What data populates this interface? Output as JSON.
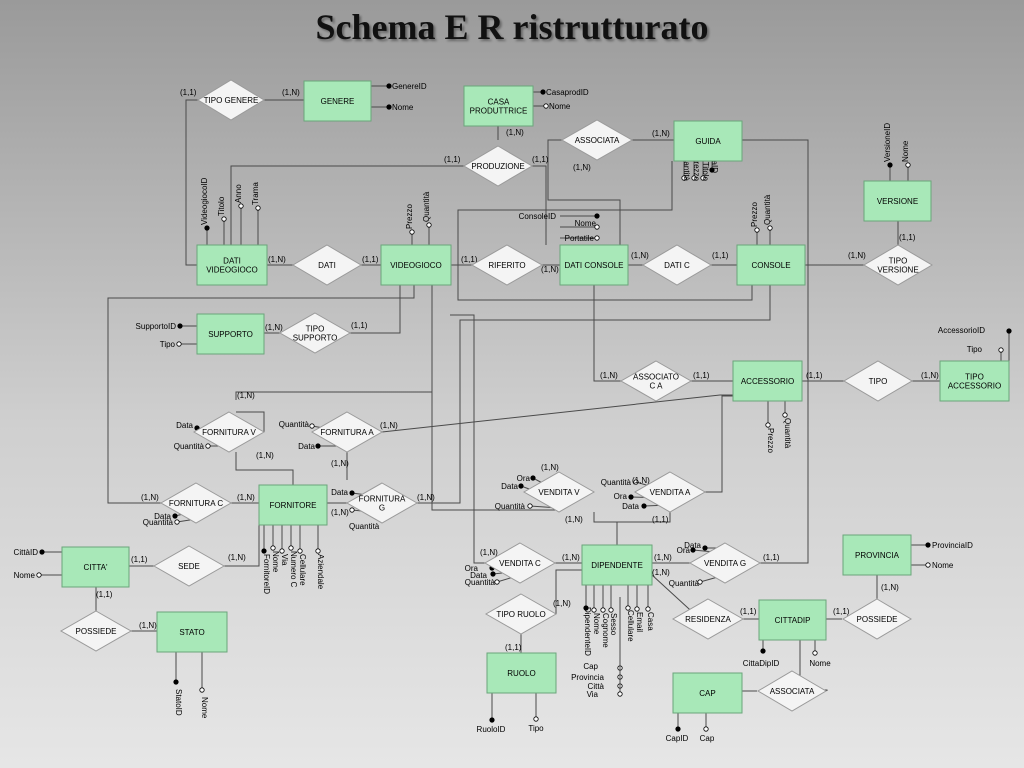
{
  "title": "Schema E R ristrutturato",
  "colors": {
    "entity_fill": "#a8e8b8",
    "relationship_fill": "#f4f4f4",
    "line": "#4a4a4a"
  },
  "entities": {
    "genere": {
      "label": "GENERE",
      "lines": [
        "GENERE"
      ]
    },
    "casa": {
      "label": "CASA PRODUTTRICE",
      "lines": [
        "CASA",
        "PRODUTTRICE"
      ]
    },
    "guida": {
      "label": "GUIDA",
      "lines": [
        "GUIDA"
      ]
    },
    "versione": {
      "label": "VERSIONE",
      "lines": [
        "VERSIONE"
      ]
    },
    "dati_videogioco": {
      "label": "DATI VIDEOGIOCO",
      "lines": [
        "DATI",
        "VIDEOGIOCO"
      ]
    },
    "videogioco": {
      "label": "VIDEOGIOCO",
      "lines": [
        "VIDEOGIOCO"
      ]
    },
    "dati_console": {
      "label": "DATI CONSOLE",
      "lines": [
        "DATI CONSOLE"
      ]
    },
    "console": {
      "label": "CONSOLE",
      "lines": [
        "CONSOLE"
      ]
    },
    "supporto": {
      "label": "SUPPORTO",
      "lines": [
        "SUPPORTO"
      ]
    },
    "accessorio": {
      "label": "ACCESSORIO",
      "lines": [
        "ACCESSORIO"
      ]
    },
    "tipo_accessorio": {
      "label": "TIPO ACCESSORIO",
      "lines": [
        "TIPO",
        "ACCESSORIO"
      ]
    },
    "fornitore": {
      "label": "FORNITORE",
      "lines": [
        "FORNITORE"
      ]
    },
    "citta": {
      "label": "CITTA'",
      "lines": [
        "CITTA'"
      ]
    },
    "stato": {
      "label": "STATO",
      "lines": [
        "STATO"
      ]
    },
    "dipendente": {
      "label": "DIPENDENTE",
      "lines": [
        "DIPENDENTE"
      ]
    },
    "provincia": {
      "label": "PROVINCIA",
      "lines": [
        "PROVINCIA"
      ]
    },
    "cittadip": {
      "label": "CITTADIP",
      "lines": [
        "CITTADIP"
      ]
    },
    "ruolo": {
      "label": "RUOLO",
      "lines": [
        "RUOLO"
      ]
    },
    "cap": {
      "label": "CAP",
      "lines": [
        "CAP"
      ]
    }
  },
  "relationships": {
    "tipo_genere": {
      "label": "TIPO GENERE",
      "lines": [
        "TIPO GENERE"
      ]
    },
    "associata_guida": {
      "label": "ASSOCIATA",
      "lines": [
        "ASSOCIATA"
      ]
    },
    "produzione": {
      "label": "PRODUZIONE",
      "lines": [
        "PRODUZIONE"
      ]
    },
    "dati": {
      "label": "DATI",
      "lines": [
        "DATI"
      ]
    },
    "riferito": {
      "label": "RIFERITO",
      "lines": [
        "RIFERITO"
      ]
    },
    "dati_c": {
      "label": "DATI C",
      "lines": [
        "DATI C"
      ]
    },
    "tipo_versione": {
      "label": "TIPO VERSIONE",
      "lines": [
        "TIPO",
        "VERSIONE"
      ]
    },
    "tipo_supporto": {
      "label": "TIPO SUPPORTO",
      "lines": [
        "TIPO",
        "SUPPORTO"
      ]
    },
    "associato_ca": {
      "label": "ASSOCIATO C A",
      "lines": [
        "ASSOCIATO",
        "C A"
      ]
    },
    "tipo": {
      "label": "TIPO",
      "lines": [
        "TIPO"
      ]
    },
    "fornitura_v": {
      "label": "FORNITURA V",
      "lines": [
        "FORNITURA V"
      ]
    },
    "fornitura_a": {
      "label": "FORNITURA A",
      "lines": [
        "FORNITURA A"
      ]
    },
    "fornitura_c": {
      "label": "FORNITURA C",
      "lines": [
        "FORNITURA C"
      ]
    },
    "fornitura_g": {
      "label": "FORNITURA G",
      "lines": [
        "FORNITURA",
        "G"
      ]
    },
    "vendita_v": {
      "label": "VENDITA V",
      "lines": [
        "VENDITA V"
      ]
    },
    "vendita_a": {
      "label": "VENDITA A",
      "lines": [
        "VENDITA A"
      ]
    },
    "sede": {
      "label": "SEDE",
      "lines": [
        "SEDE"
      ]
    },
    "vendita_c": {
      "label": "VENDITA C",
      "lines": [
        "VENDITA C"
      ]
    },
    "vendita_g": {
      "label": "VENDITA G",
      "lines": [
        "VENDITA G"
      ]
    },
    "possiede_stato": {
      "label": "POSSIEDE",
      "lines": [
        "POSSIEDE"
      ]
    },
    "tipo_ruolo": {
      "label": "TIPO RUOLO",
      "lines": [
        "TIPO RUOLO"
      ]
    },
    "residenza": {
      "label": "RESIDENZA",
      "lines": [
        "RESIDENZA"
      ]
    },
    "possiede_prov": {
      "label": "POSSIEDE",
      "lines": [
        "POSSIEDE"
      ]
    },
    "associata_cap": {
      "label": "ASSOCIATA",
      "lines": [
        "ASSOCIATA"
      ]
    }
  },
  "attributes": [
    {
      "text": "GenereID",
      "key": true
    },
    {
      "text": "Nome",
      "key": true
    },
    {
      "text": "CasaprodID",
      "key": true
    },
    {
      "text": "Nome",
      "key": false
    },
    {
      "text": "GuidaID",
      "key": true
    },
    {
      "text": "Titolo",
      "key": false
    },
    {
      "text": "Prezzo",
      "key": false
    },
    {
      "text": "Quantità",
      "key": false
    },
    {
      "text": "VersioneID",
      "key": true
    },
    {
      "text": "Nome",
      "key": false
    },
    {
      "text": "VideogiocoID",
      "key": true
    },
    {
      "text": "Titolo",
      "key": false
    },
    {
      "text": "Anno",
      "key": false
    },
    {
      "text": "Trama",
      "key": false
    },
    {
      "text": "Prezzo",
      "key": false
    },
    {
      "text": "Quantità",
      "key": false
    },
    {
      "text": "ConsoleID",
      "key": true
    },
    {
      "text": "Nome",
      "key": false
    },
    {
      "text": "Portatile",
      "key": false
    },
    {
      "text": "Prezzo",
      "key": false
    },
    {
      "text": "Quantità",
      "key": false
    },
    {
      "text": "SupportoID",
      "key": true
    },
    {
      "text": "Tipo",
      "key": false
    },
    {
      "text": "AccessorioID",
      "key": true
    },
    {
      "text": "Tipo",
      "key": false
    },
    {
      "text": "Prezzo",
      "key": false
    },
    {
      "text": "Quantità",
      "key": false
    },
    {
      "text": "Data",
      "key": true
    },
    {
      "text": "Quantità",
      "key": false
    },
    {
      "text": "Quantità",
      "key": false
    },
    {
      "text": "Data",
      "key": true
    },
    {
      "text": "Data",
      "key": true
    },
    {
      "text": "Quantità",
      "key": false
    },
    {
      "text": "Data",
      "key": true
    },
    {
      "text": "Quantità",
      "key": false
    },
    {
      "text": "FornitoreID",
      "key": true
    },
    {
      "text": "Nome",
      "key": false
    },
    {
      "text": "Via",
      "key": false
    },
    {
      "text": "Numero C",
      "key": false
    },
    {
      "text": "Cellulare",
      "key": false
    },
    {
      "text": "Aziendale",
      "key": false
    },
    {
      "text": "CittàID",
      "key": true
    },
    {
      "text": "Nome",
      "key": false
    },
    {
      "text": "StatoID",
      "key": true
    },
    {
      "text": "Nome",
      "key": false
    },
    {
      "text": "Ora",
      "key": true
    },
    {
      "text": "Data",
      "key": true
    },
    {
      "text": "Quantità",
      "key": false
    },
    {
      "text": "Quantità",
      "key": false
    },
    {
      "text": "Ora",
      "key": true
    },
    {
      "text": "Data",
      "key": true
    },
    {
      "text": "Ora",
      "key": true
    },
    {
      "text": "Data",
      "key": true
    },
    {
      "text": "Quantità",
      "key": false
    },
    {
      "text": "Data",
      "key": true
    },
    {
      "text": "Ora",
      "key": true
    },
    {
      "text": "Quantità",
      "key": false
    },
    {
      "text": "DipendenteID",
      "key": true
    },
    {
      "text": "Nome",
      "key": false
    },
    {
      "text": "Cognome",
      "key": false
    },
    {
      "text": "Sesso",
      "key": false
    },
    {
      "text": "Cellulare",
      "key": false
    },
    {
      "text": "Email",
      "key": false
    },
    {
      "text": "Casa",
      "key": false
    },
    {
      "text": "Cap",
      "key": false
    },
    {
      "text": "Provincia",
      "key": false
    },
    {
      "text": "Città",
      "key": false
    },
    {
      "text": "Via",
      "key": false
    },
    {
      "text": "RuoloID",
      "key": true
    },
    {
      "text": "Tipo",
      "key": false
    },
    {
      "text": "CapID",
      "key": true
    },
    {
      "text": "Cap",
      "key": false
    },
    {
      "text": "CittaDipID",
      "key": true
    },
    {
      "text": "Nome",
      "key": false
    },
    {
      "text": "ProvinciaID",
      "key": true
    },
    {
      "text": "Nome",
      "key": false
    }
  ],
  "cardinalities": [
    "(1,1)",
    "(1,N)",
    "(1,N)",
    "(1,N)",
    "(1,N)",
    "(1,1)",
    "(1,1)",
    "(1,N)",
    "(1,1)",
    "(1,1)",
    "(1,N)",
    "(1,N)",
    "(1,1)",
    "(1,N)",
    "(1,1)",
    "(1,N)",
    "(1,1)",
    "(1,N)",
    "(1,1)",
    "(1,1)",
    "(1,N)",
    "(1,N)",
    "(1,N)",
    "(1,N)",
    "(1,N)",
    "(1,N)",
    "(1,N)",
    "(1,N)",
    "(1,N)",
    "(1,N)",
    "(1,N)",
    "(1,N)",
    "(1,1)",
    "(1,1)",
    "(1,N)",
    "(1,N)",
    "(1,N)",
    "(1,N)",
    "(1,1)",
    "(1,1)",
    "(1,N)",
    "(1,N)",
    "(1,1)",
    "(1,N)",
    "(1,1)",
    "(1,1)",
    "(1,N)"
  ]
}
